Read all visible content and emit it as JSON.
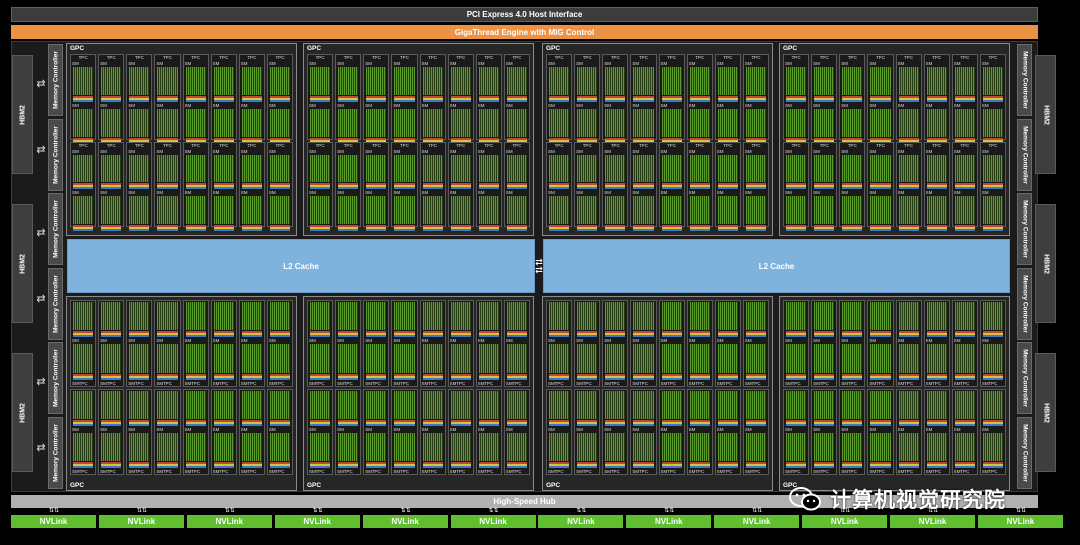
{
  "header": {
    "pcie_label": "PCI Express 4.0 Host Interface",
    "gigathread_label": "GigaThread Engine with MIG Control"
  },
  "memory": {
    "hbm_label": "HBM2",
    "mc_label": "Memory Controller"
  },
  "gpc": {
    "label": "GPC",
    "tpc_label": "TPC",
    "sm_label": "SM"
  },
  "l2": {
    "left_label": "L2 Cache",
    "right_label": "L2 Cache"
  },
  "hub": {
    "label": "High-Speed Hub"
  },
  "nvlink": {
    "label": "NVLink",
    "count": 12
  },
  "watermark": {
    "text": "计算机视觉研究院"
  },
  "colors": {
    "gigathread": "#ec9244",
    "l2_cache": "#7fb3de",
    "nvlink": "#5fbf2e",
    "sm_core": "#5d9a2c",
    "hub": "#b0b0b0"
  }
}
